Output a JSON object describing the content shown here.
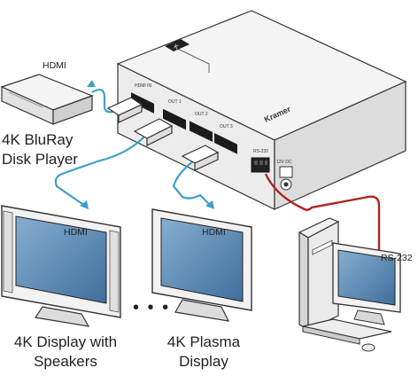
{
  "labels": {
    "hdmi_top": "HDMI",
    "bluray_line1": "4K BluRay",
    "bluray_line2": "Disk Player",
    "hdmi_left_display": "HDMI",
    "hdmi_right_display": "HDMI",
    "rs232": "RS-232",
    "display_left_line1": "4K Display with",
    "display_left_line2": "Speakers",
    "display_right_line1": "4K Plasma",
    "display_right_line2": "Display",
    "ellipsis": "• • •",
    "device_brand": "Kramer",
    "port_in": "HDMI IN",
    "port_out1": "OUT 1",
    "port_out2": "OUT 2",
    "port_out3": "OUT 3",
    "port_rs232": "RS-232",
    "port_power": "12V DC"
  },
  "colors": {
    "hdmi_cable": "#3f9fc8",
    "rs232_cable": "#b0241e",
    "device_body": "#f2f2f2",
    "outline": "#333333",
    "screen": "#5f8fb8"
  }
}
